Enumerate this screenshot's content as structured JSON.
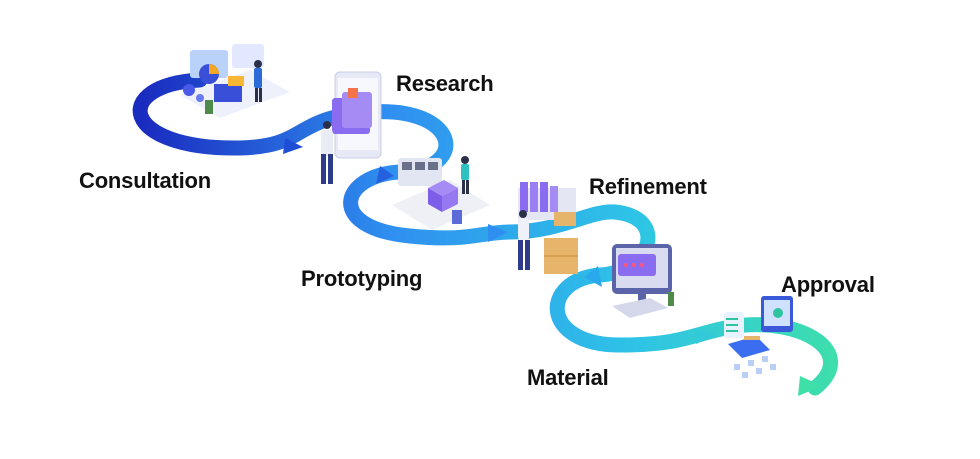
{
  "steps": [
    {
      "id": "consultation",
      "label": "Consultation"
    },
    {
      "id": "research",
      "label": "Research"
    },
    {
      "id": "prototyping",
      "label": "Prototyping"
    },
    {
      "id": "refinement",
      "label": "Refinement"
    },
    {
      "id": "material",
      "label": "Material"
    },
    {
      "id": "approval",
      "label": "Approval"
    }
  ],
  "colors": {
    "arrow_start": "#1a2bbf",
    "arrow_mid": "#2f8ff0",
    "arrow_cyan": "#2ec4e6",
    "arrow_end": "#3fe0a8",
    "label_text": "#111111",
    "illustration_purple": "#8a6cf0",
    "illustration_box": "#e6b46a"
  },
  "icons": [
    "consultation-office-icon",
    "research-screen-icon",
    "prototyping-3d-icon",
    "refinement-shelf-icon",
    "material-desktop-icon",
    "approval-phone-icon"
  ]
}
